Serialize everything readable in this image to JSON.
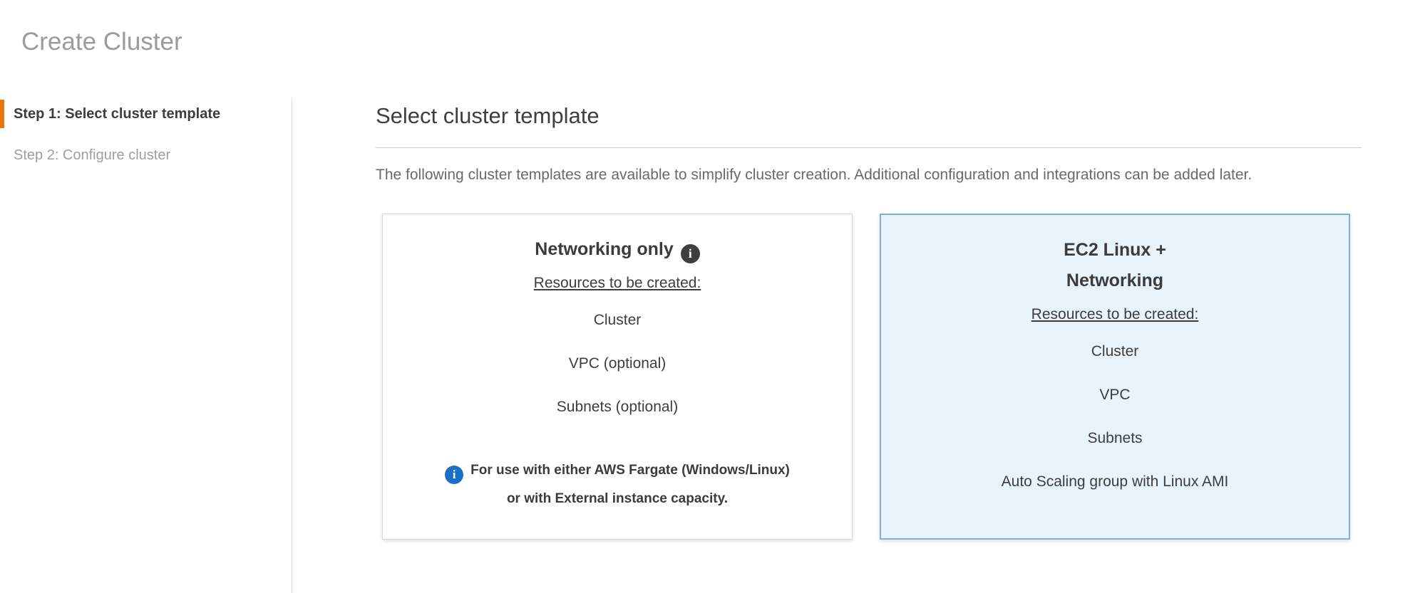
{
  "page": {
    "title": "Create Cluster"
  },
  "steps": {
    "step1": "Step 1: Select cluster template",
    "step2": "Step 2: Configure cluster"
  },
  "main": {
    "heading": "Select cluster template",
    "description": "The following cluster templates are available to simplify cluster creation. Additional configuration and integrations can be added later."
  },
  "cards": [
    {
      "title": "Networking only",
      "resources_label": "Resources to be created:",
      "resources": [
        "Cluster",
        "VPC (optional)",
        "Subnets (optional)"
      ],
      "note_lines": [
        "For use with either AWS Fargate (Windows/Linux)",
        "or with External instance capacity."
      ],
      "state": "unselected"
    },
    {
      "title_lines": [
        "EC2 Linux +",
        "Networking"
      ],
      "resources_label": "Resources to be created:",
      "resources": [
        "Cluster",
        "VPC",
        "Subnets",
        "Auto Scaling group with Linux AMI"
      ],
      "state": "selected"
    }
  ],
  "icons": {
    "info_glyph": "i"
  },
  "colors": {
    "accent_orange": "#e8770d",
    "selected_card_bg": "#e9f3fb",
    "selected_card_border": "#84add5",
    "info_icon_blue": "#1a6fc8",
    "info_icon_dark": "#3f3f3f"
  }
}
